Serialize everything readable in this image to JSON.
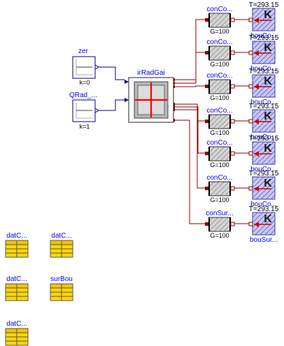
{
  "sources": [
    {
      "name": "zer",
      "param": "k=0"
    },
    {
      "name": "QRad_...",
      "param": "k=1"
    }
  ],
  "center": {
    "name": "irRadGai"
  },
  "rows": [
    {
      "con": "conCo...",
      "g": "G=100",
      "temp": "T=293.15",
      "bou": "bouCo..."
    },
    {
      "con": "conCo...",
      "g": "G=100",
      "temp": "T=293.15",
      "bou": "bouCo..."
    },
    {
      "con": "conCo...",
      "g": "G=100",
      "temp": "T=293.15",
      "bou": "bouCo..."
    },
    {
      "con": "conCo...",
      "g": "G=100",
      "temp": "T=293.15",
      "bou": "bouCo..."
    },
    {
      "con": "conCo...",
      "g": "G=100",
      "temp": "T=293.15",
      "bou": "bouCo..."
    },
    {
      "con": "conCo...",
      "g": "G=100",
      "temp": "T=293.15",
      "bou": "bouCo..."
    },
    {
      "con": "conSur...",
      "g": "G=100",
      "temp": "T=293.15",
      "bou": "bouSur..."
    }
  ],
  "records": [
    {
      "name": "datC..."
    },
    {
      "name": "datC..."
    },
    {
      "name": "datC..."
    },
    {
      "name": "surBou"
    },
    {
      "name": "datC..."
    }
  ],
  "colors": {
    "heat_wire": "#8b0000",
    "signal_wire": "#00007f",
    "label_blue": "#0000ff",
    "record_fill": "#ffd700",
    "boundary_hatch": "#4848cc"
  }
}
